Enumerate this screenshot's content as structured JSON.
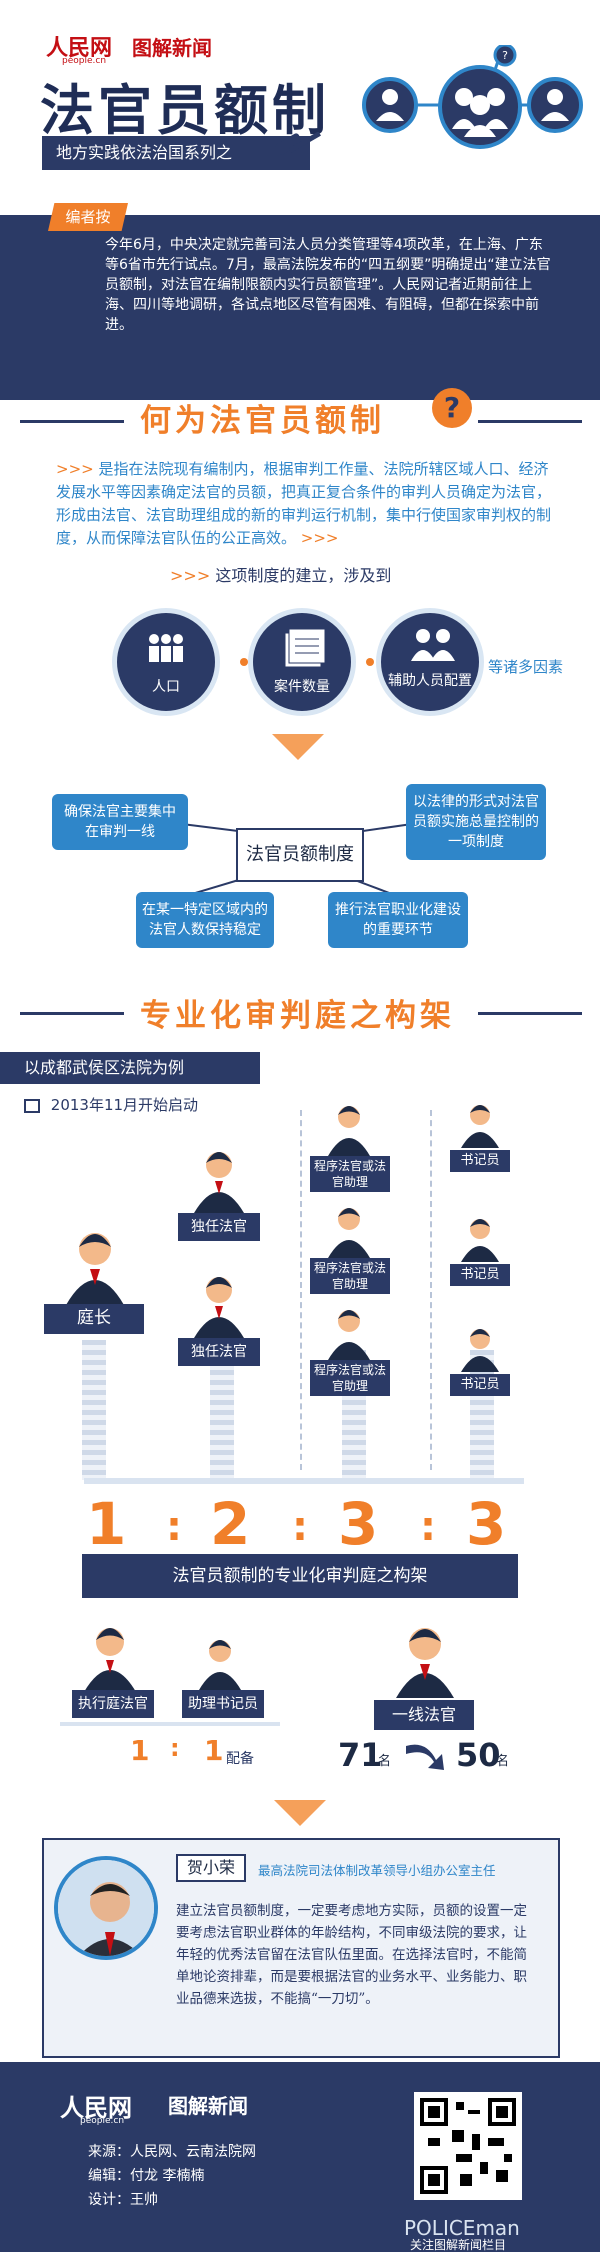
{
  "header": {
    "brand_people": "人民网",
    "brand_people_en": "people.cn",
    "brand_tujie": "图解新闻",
    "title": "法官员额制",
    "subtitle": "地方实践依法治国系列之"
  },
  "intro": {
    "tag": "编者按",
    "text": "今年6月，中央决定就完善司法人员分类管理等4项改革，在上海、广东等6省市先行试点。7月，最高法院发布的“四五纲要”明确提出“建立法官员额制，对法官在编制限额内实行员额管理”。人民网记者近期前往上海、四川等地调研，各试点地区尽管有困难、有阻碍，但都在探索中前进。"
  },
  "what": {
    "title": "何为法官员额制",
    "question_mark": "?",
    "definition": "是指在法院现有编制内，根据审判工作量、法院所辖区域人口、经济发展水平等因素确定法官的员额，把真正复合条件的审判人员确定为法官，形成由法官、法官助理组成的新的审判运行机制，集中行使国家审判权的制度，从而保障法官队伍的公正高效。",
    "arrows_lead": ">>>",
    "arrows_tail": ">>>",
    "involves": "这项制度的建立，涉及到",
    "factors": [
      "人口",
      "案件数量",
      "辅助人员配置"
    ],
    "factors_more": "等诸多因素",
    "center_box": "法官员额制度",
    "boxes": [
      "确保法官主要集中在审判一线",
      "以法律的形式对法官员额实施总量控制的一项制度",
      "在某一特定区域内的法官人数保持稳定",
      "推行法官职业化建设的重要环节"
    ]
  },
  "framework": {
    "title": "专业化审判庭之构架",
    "example": "以成都武侯区法院为例",
    "start_date": "2013年11月开始启动",
    "roles": {
      "chief": "庭长",
      "judge": "独任法官",
      "assistant": "程序法官或法官助理",
      "clerk": "书记员"
    },
    "ratio": [
      "1",
      "2",
      "3",
      "3"
    ],
    "ratio_caption": "法官员额制的专业化审判庭之构架",
    "exec_judge": "执行庭法官",
    "assist_clerk": "助理书记员",
    "exec_ratio": [
      "1",
      "1"
    ],
    "exec_ratio_suffix": "配备",
    "frontline": "一线法官",
    "before": "71",
    "after": "50",
    "unit": "名"
  },
  "quote": {
    "name": "贺小荣",
    "title": "最高法院司法体制改革领导小组办公室主任",
    "text": "建立法官员额制度，一定要考虑地方实际，员额的设置一定要考虑法官职业群体的年龄结构，不同审级法院的要求，让年轻的优秀法官留在法官队伍里面。在选择法官时，不能简单地论资排辈，而是要根据法官的业务水平、业务能力、职业品德来选拔，不能搞“一刀切”。"
  },
  "footer": {
    "brand_people": "人民网",
    "brand_people_en": "people.cn",
    "brand_tujie": "图解新闻",
    "source": "来源：人民网、云南法院网",
    "editor": "编辑：付龙  李楠楠",
    "design": "设计：王帅",
    "qr_caption": "关注图解新闻栏目",
    "watermark": "POLICEman"
  },
  "colors": {
    "navy": "#2b3a66",
    "blue": "#2f86c9",
    "orange": "#f07f2a"
  }
}
